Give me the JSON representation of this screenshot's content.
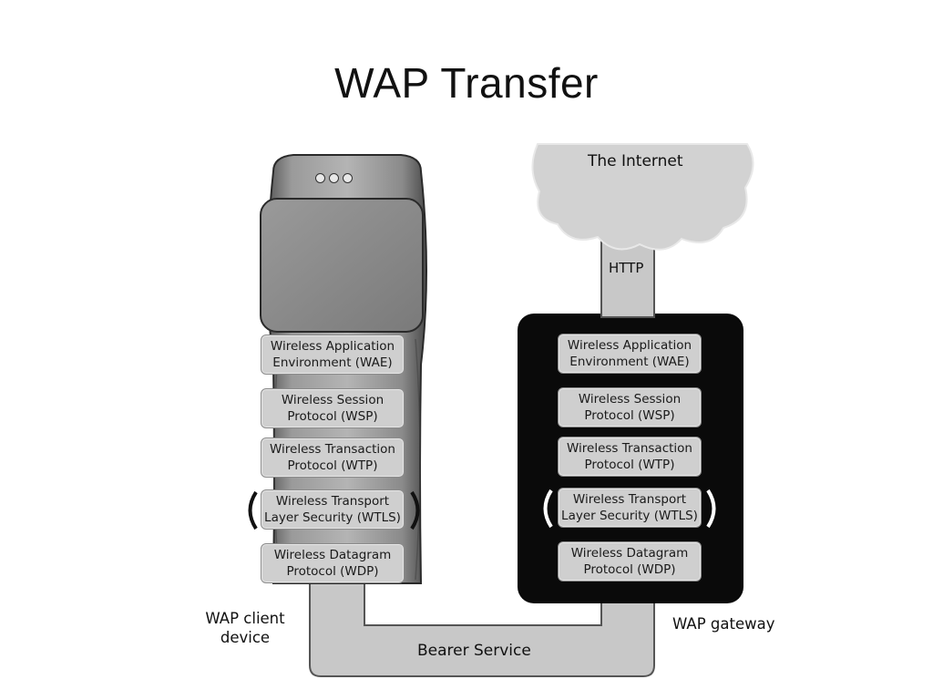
{
  "title": "WAP Transfer",
  "client_stack": [
    {
      "text": "Wireless Application\nEnvironment (WAE)"
    },
    {
      "text": "Wireless Session\nProtocol (WSP)"
    },
    {
      "text": "Wireless Transaction\nProtocol (WTP)"
    },
    {
      "text": "Wireless Transport\nLayer Security (WTLS)"
    },
    {
      "text": "Wireless Datagram\nProtocol (WDP)"
    }
  ],
  "gateway_stack": [
    {
      "text": "Wireless Application\nEnvironment (WAE)"
    },
    {
      "text": "Wireless Session\nProtocol (WSP)"
    },
    {
      "text": "Wireless Transaction\nProtocol (WTP)"
    },
    {
      "text": "Wireless Transport\nLayer Security (WTLS)"
    },
    {
      "text": "Wireless Datagram\nProtocol (WDP)"
    }
  ],
  "labels": {
    "internet": "The Internet",
    "http": "HTTP",
    "client_device": "WAP client\ndevice",
    "gateway": "WAP gateway",
    "bearer": "Bearer Service"
  },
  "colors": {
    "phone_body": "#8c8c8c",
    "gateway_box": "#0a0a0a",
    "pipe": "#c8c8c8",
    "cloud": "#d2d2d2"
  }
}
